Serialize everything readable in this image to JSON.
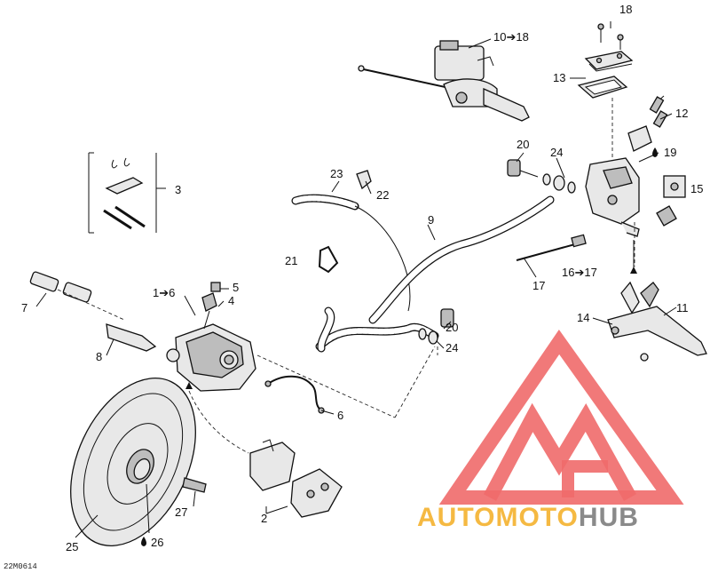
{
  "diagram": {
    "drawing_code": "22M0614",
    "labels": [
      {
        "id": "l18",
        "text": "18"
      },
      {
        "id": "l10",
        "text": "10➔18"
      },
      {
        "id": "l13",
        "text": "13"
      },
      {
        "id": "l12",
        "text": "12"
      },
      {
        "id": "l19",
        "text": "19"
      },
      {
        "id": "l15",
        "text": "15"
      },
      {
        "id": "l20a",
        "text": "20"
      },
      {
        "id": "l24a",
        "text": "24"
      },
      {
        "id": "l23",
        "text": "23"
      },
      {
        "id": "l22",
        "text": "22"
      },
      {
        "id": "l9",
        "text": "9"
      },
      {
        "id": "l3",
        "text": "3"
      },
      {
        "id": "l21",
        "text": "21"
      },
      {
        "id": "l16",
        "text": "16➔17"
      },
      {
        "id": "l17",
        "text": "17"
      },
      {
        "id": "l1",
        "text": "1➔6"
      },
      {
        "id": "l5",
        "text": "5"
      },
      {
        "id": "l4",
        "text": "4"
      },
      {
        "id": "l7",
        "text": "7"
      },
      {
        "id": "l8",
        "text": "8"
      },
      {
        "id": "l14",
        "text": "14"
      },
      {
        "id": "l11",
        "text": "11"
      },
      {
        "id": "l20b",
        "text": "20"
      },
      {
        "id": "l24b",
        "text": "24"
      },
      {
        "id": "l6",
        "text": "6"
      },
      {
        "id": "l27",
        "text": "27"
      },
      {
        "id": "l2",
        "text": "2"
      },
      {
        "id": "l25",
        "text": "25"
      },
      {
        "id": "l26",
        "text": "26"
      }
    ]
  },
  "watermark": {
    "word_part1": "AUTOMOTO",
    "word_part2": "HUB",
    "color_part1": "#f5b942",
    "color_part2": "#8a8a8a",
    "logo_color": "#f06a6a"
  }
}
